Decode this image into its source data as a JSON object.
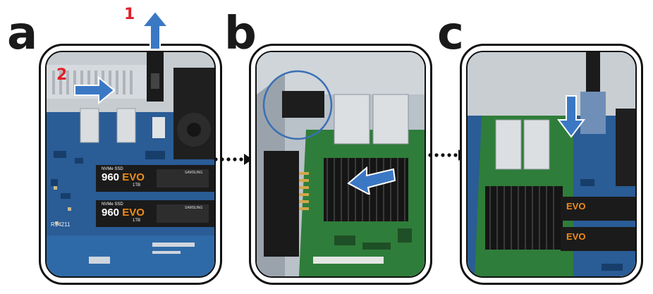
{
  "steps": [
    {
      "letter": "a"
    },
    {
      "letter": "b"
    },
    {
      "letter": "c"
    }
  ],
  "panel_a": {
    "callout_1": "1",
    "callout_2": "2",
    "ssd_top": {
      "line1": "NVMe SSD",
      "model": "960",
      "evo": "EVO",
      "size": "1TB",
      "brand": "SAMSUNG"
    },
    "ssd_bottom": {
      "line1": "NVMe SSD",
      "model": "960",
      "evo": "EVO",
      "size": "1TB",
      "brand": "SAMSUNG"
    },
    "board_label": "R14211"
  },
  "panel_c": {
    "ssd_top_evo": "EVO",
    "ssd_bottom_evo": "EVO"
  },
  "colors": {
    "arrow_blue": "#3b78c4",
    "callout_red": "#e0202a",
    "board_blue": "#1f4f8a",
    "card_green": "#2f7d3a",
    "outline": "#111111"
  },
  "icons": [
    "arrow-up-icon",
    "arrow-right-icon",
    "arrow-left-icon",
    "arrow-down-icon",
    "dotted-arrow-icon"
  ]
}
